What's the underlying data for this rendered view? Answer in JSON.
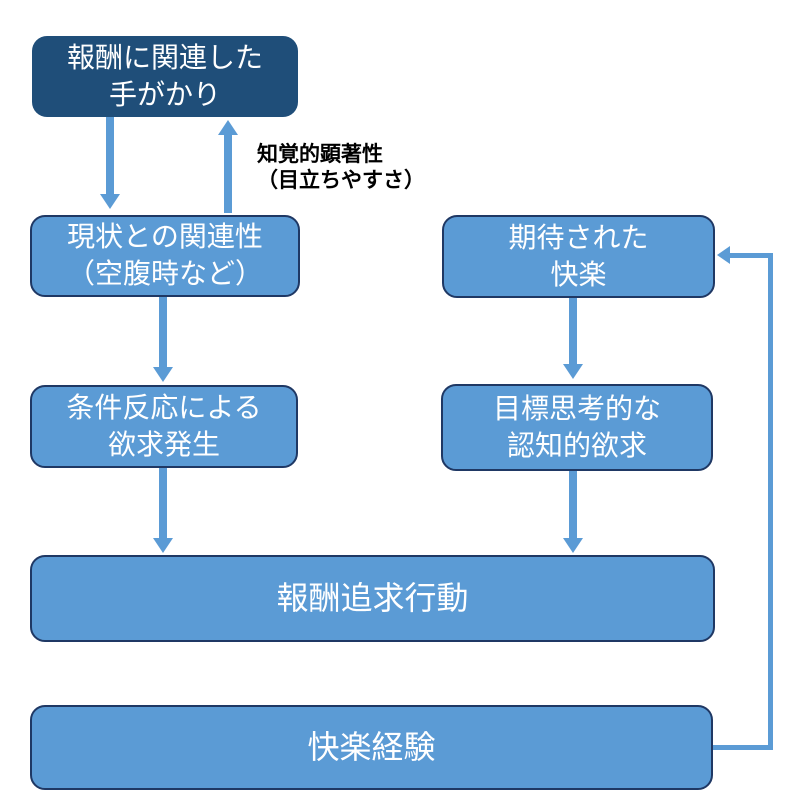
{
  "diagram": {
    "boxes": {
      "reward_cue": {
        "line1": "報酬に関連した",
        "line2": "手がかり"
      },
      "current_state": {
        "line1": "現状との関連性",
        "line2": "（空腹時など）"
      },
      "conditioned_desire": {
        "line1": "条件反応による",
        "line2": "欲求発生"
      },
      "expected_pleasure": {
        "line1": "期待された",
        "line2": "快楽"
      },
      "goal_directed_desire": {
        "line1": "目標思考的な",
        "line2": "認知的欲求"
      },
      "reward_seeking": {
        "label": "報酬追求行動"
      },
      "pleasure_experience": {
        "label": "快楽経験"
      }
    },
    "annotation": {
      "line1": "知覚的顕著性",
      "line2": "（目立ちやすさ）"
    },
    "colors": {
      "dark_box_fill": "#1F4E79",
      "light_box_fill": "#5B9BD5",
      "box_border": "#1F3864",
      "arrow": "#5B9BD5",
      "box_text": "#FFFFFF",
      "annotation_text": "#000000",
      "background": "#FFFFFF"
    }
  }
}
